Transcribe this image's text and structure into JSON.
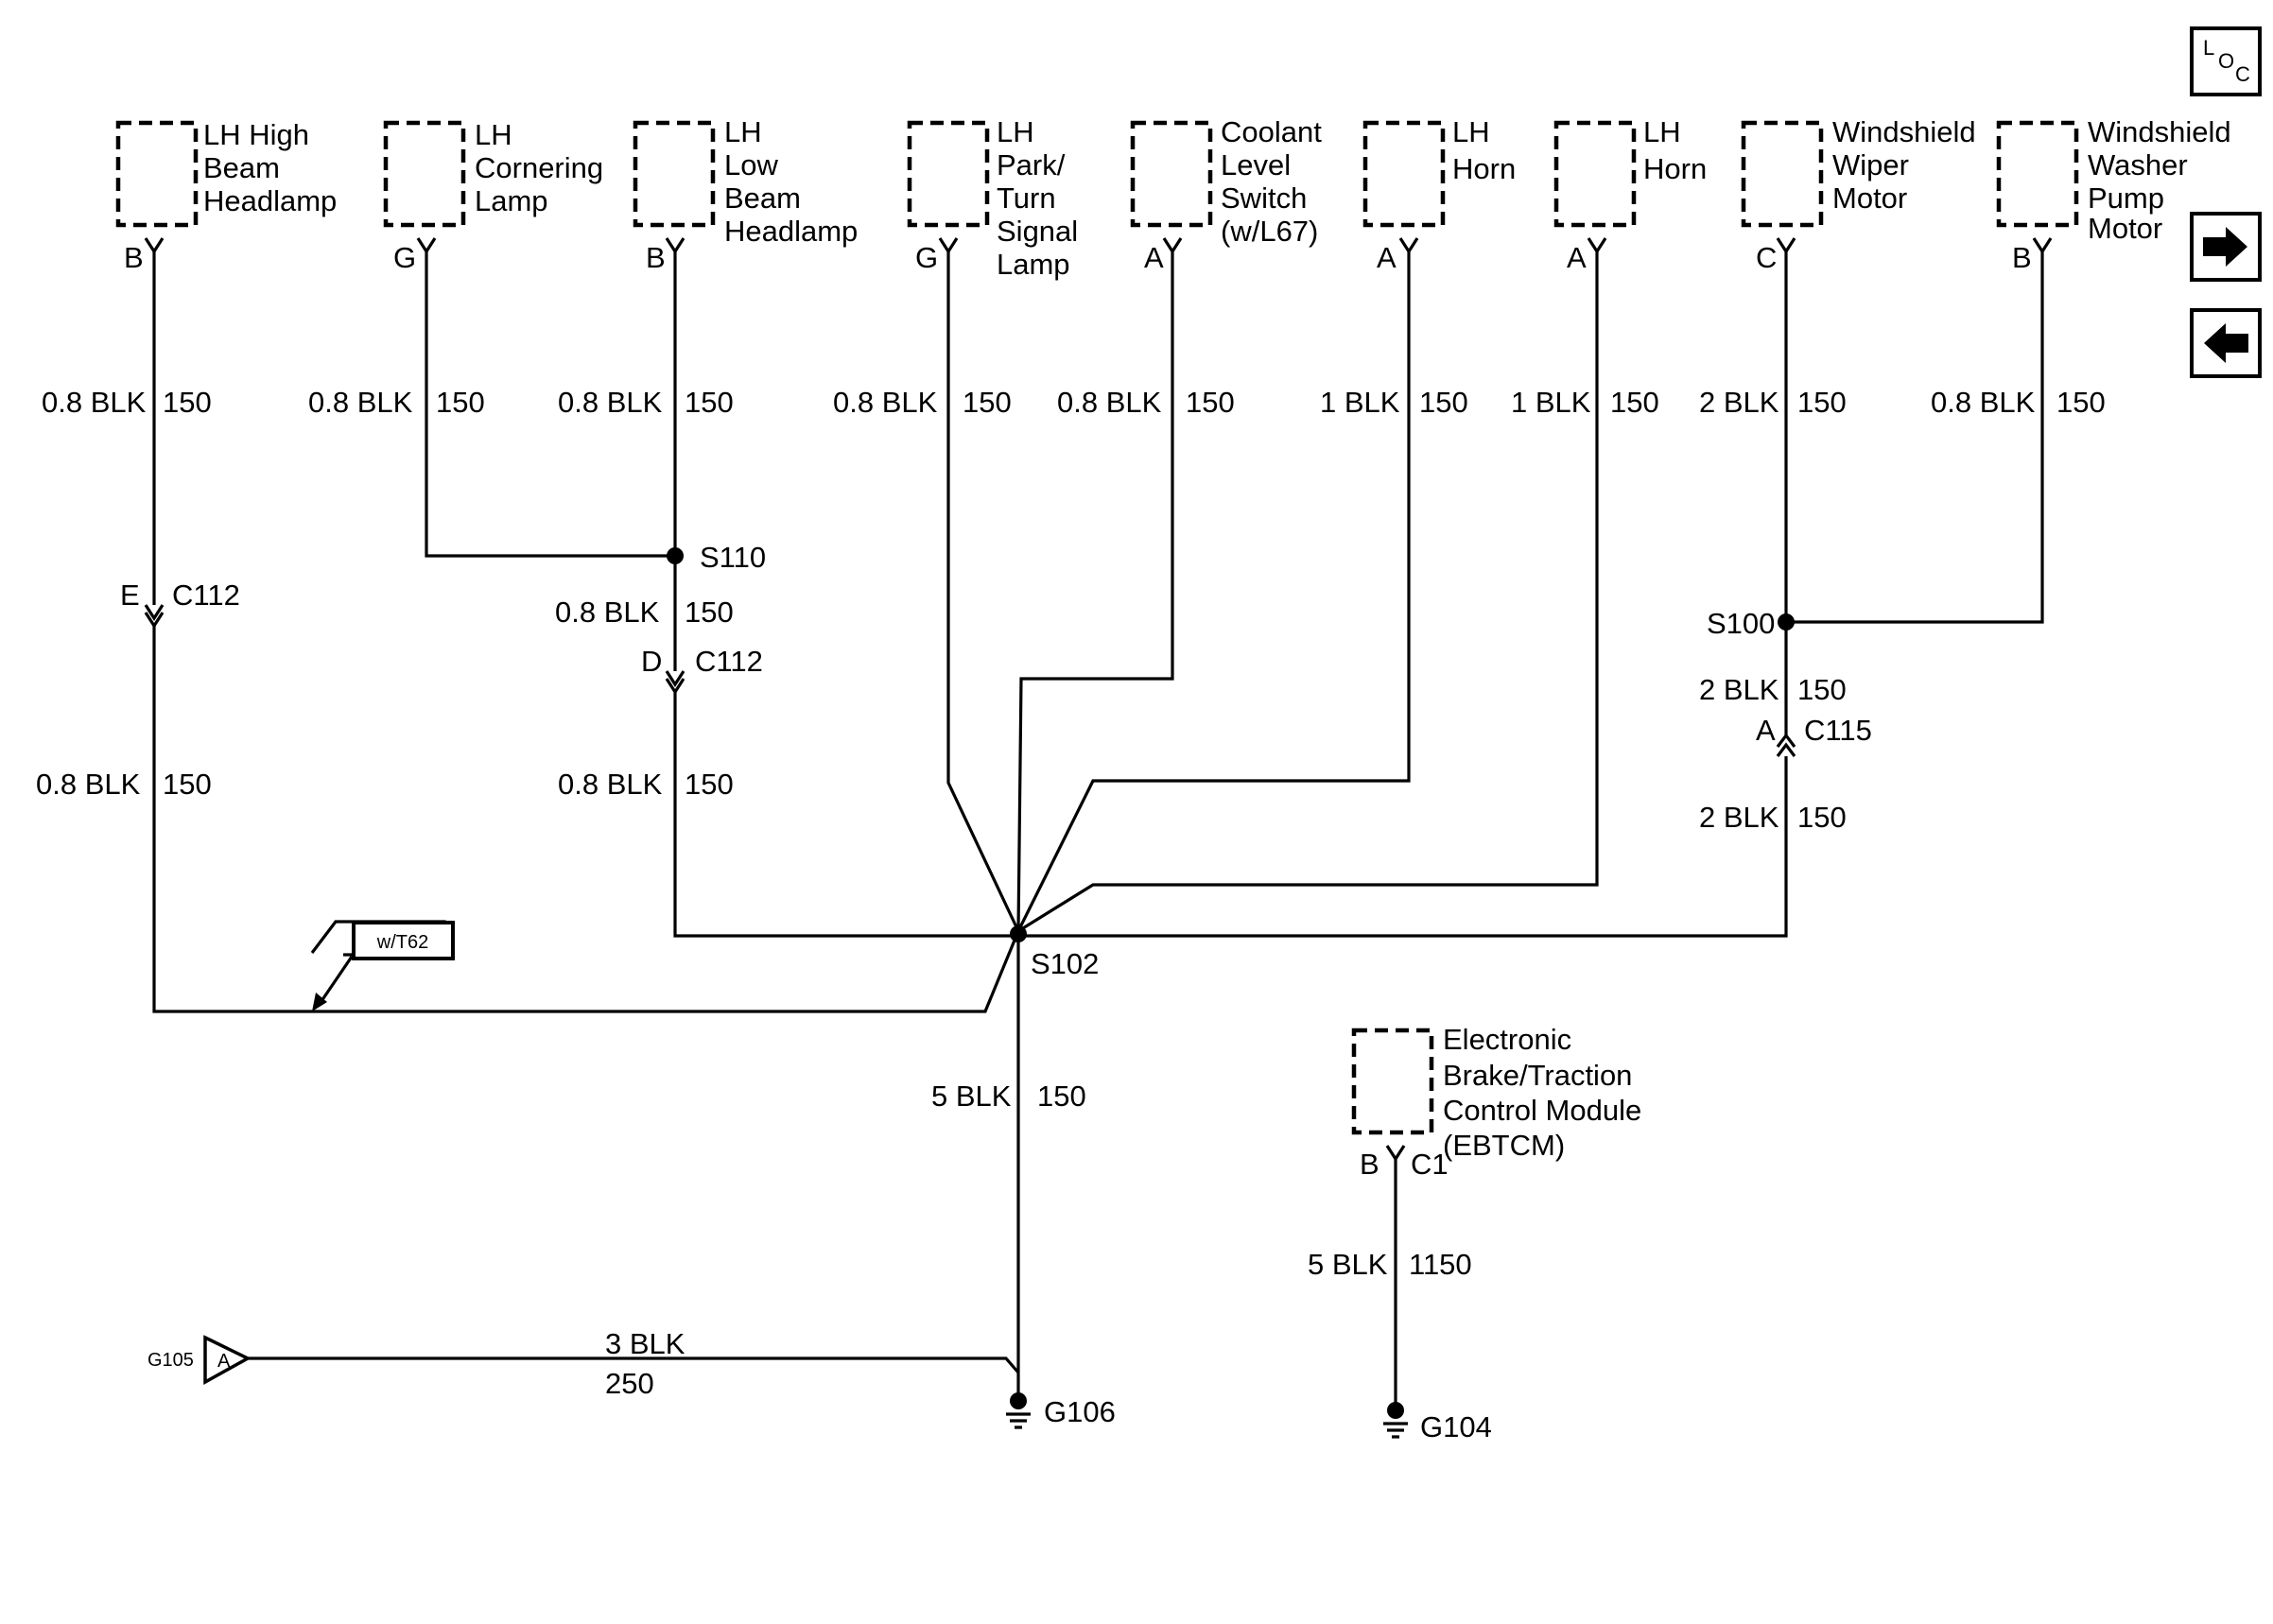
{
  "components": [
    {
      "id": "lh-high-beam",
      "lines": [
        "LH High",
        "Beam",
        "Headlamp"
      ],
      "pin": "B"
    },
    {
      "id": "lh-cornering",
      "lines": [
        "LH",
        "Cornering",
        "Lamp"
      ],
      "pin": "G"
    },
    {
      "id": "lh-low-beam",
      "lines": [
        "LH",
        "Low",
        "Beam",
        "Headlamp"
      ],
      "pin": "B"
    },
    {
      "id": "lh-park-turn",
      "lines": [
        "LH",
        "Park/",
        "Turn",
        "Signal",
        "Lamp"
      ],
      "pin": "G"
    },
    {
      "id": "coolant-switch",
      "lines": [
        "Coolant",
        "Level",
        "Switch",
        "(w/L67)"
      ],
      "pin": "A"
    },
    {
      "id": "lh-horn-1",
      "lines": [
        "LH",
        "Horn"
      ],
      "pin": "A"
    },
    {
      "id": "lh-horn-2",
      "lines": [
        "LH",
        "Horn"
      ],
      "pin": "A"
    },
    {
      "id": "wiper-motor",
      "lines": [
        "Windshield",
        "Wiper",
        "Motor"
      ],
      "pin": "C"
    },
    {
      "id": "washer-pump",
      "lines": [
        "Windshield",
        "Washer",
        "Pump",
        "Motor"
      ],
      "pin": "B"
    },
    {
      "id": "ebtcm",
      "lines": [
        "Electronic",
        "Brake/Traction",
        "Control Module",
        "(EBTCM)"
      ],
      "pin": "B",
      "connector": "C1"
    }
  ],
  "wires": [
    {
      "gauge": "0.8 BLK",
      "circuit": "150"
    },
    {
      "gauge": "0.8 BLK",
      "circuit": "150"
    },
    {
      "gauge": "0.8 BLK",
      "circuit": "150"
    },
    {
      "gauge": "0.8 BLK",
      "circuit": "150"
    },
    {
      "gauge": "0.8 BLK",
      "circuit": "150"
    },
    {
      "gauge": "1 BLK",
      "circuit": "150"
    },
    {
      "gauge": "1 BLK",
      "circuit": "150"
    },
    {
      "gauge": "2 BLK",
      "circuit": "150"
    },
    {
      "gauge": "0.8 BLK",
      "circuit": "150"
    },
    {
      "gauge": "0.8 BLK",
      "circuit": "150"
    },
    {
      "gauge": "0.8 BLK",
      "circuit": "150"
    },
    {
      "gauge": "0.8 BLK",
      "circuit": "150"
    },
    {
      "gauge": "2 BLK",
      "circuit": "150"
    },
    {
      "gauge": "2 BLK",
      "circuit": "150"
    },
    {
      "gauge": "5 BLK",
      "circuit": "150"
    },
    {
      "gauge": "5 BLK",
      "circuit": "1150"
    },
    {
      "gauge": "3 BLK",
      "circuit": "250"
    }
  ],
  "connectors": [
    {
      "name": "C112",
      "pin": "E"
    },
    {
      "name": "C112",
      "pin": "D"
    },
    {
      "name": "C115",
      "pin": "A"
    }
  ],
  "splices": [
    "S110",
    "S100",
    "S102"
  ],
  "grounds": [
    "G106",
    "G104"
  ],
  "ground_ref": {
    "name": "G105",
    "pin": "A"
  },
  "option_tag": "w/T62",
  "nav": {
    "loc_icon": {
      "L": "L",
      "O": "O",
      "C": "C"
    },
    "next_icon": "arrow-right-icon",
    "prev_icon": "arrow-left-icon"
  }
}
